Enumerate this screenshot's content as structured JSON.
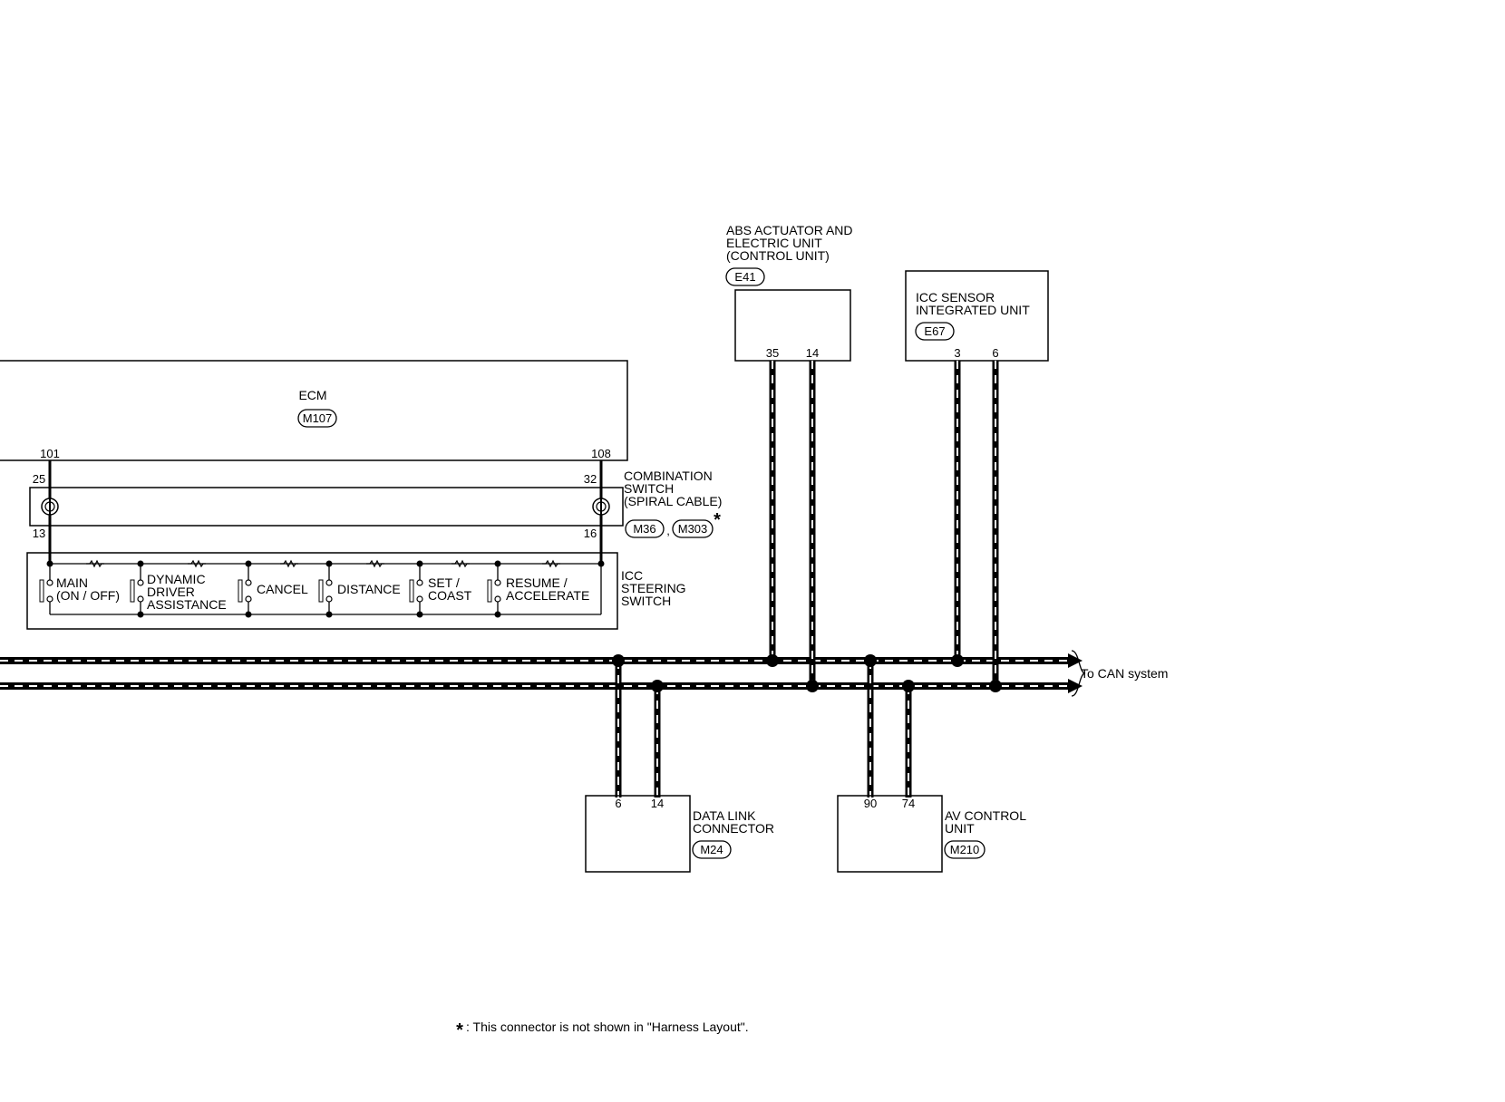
{
  "ecm": {
    "label": "ECM",
    "connector": "M107",
    "pin_left": "101",
    "pin_right": "108"
  },
  "combination_switch": {
    "label": [
      "COMBINATION",
      "SWITCH",
      "(SPIRAL CABLE)"
    ],
    "connector1": "M36",
    "connector_sep": ",",
    "connector2": "M303",
    "asterisk": "*",
    "pin_top_left": "25",
    "pin_top_right": "32",
    "pin_bottom_left": "13",
    "pin_bottom_right": "16"
  },
  "icc_switch": {
    "label": [
      "ICC",
      "STEERING",
      "SWITCH"
    ],
    "switches": [
      {
        "lines": [
          "MAIN",
          "(ON / OFF)"
        ]
      },
      {
        "lines": [
          "DYNAMIC",
          "DRIVER",
          "ASSISTANCE"
        ]
      },
      {
        "lines": [
          "CANCEL"
        ]
      },
      {
        "lines": [
          "DISTANCE"
        ]
      },
      {
        "lines": [
          "SET /",
          "COAST"
        ]
      },
      {
        "lines": [
          "RESUME /",
          "ACCELERATE"
        ]
      }
    ]
  },
  "abs_unit": {
    "label": [
      "ABS ACTUATOR AND",
      "ELECTRIC UNIT",
      "(CONTROL UNIT)"
    ],
    "connector": "E41",
    "pin_h": "35",
    "pin_l": "14"
  },
  "icc_sensor": {
    "label": [
      "ICC SENSOR",
      "INTEGRATED UNIT"
    ],
    "connector": "E67",
    "pin_h": "3",
    "pin_l": "6"
  },
  "data_link": {
    "label": [
      "DATA LINK",
      "CONNECTOR"
    ],
    "connector": "M24",
    "pin_h": "6",
    "pin_l": "14"
  },
  "av_control": {
    "label": [
      "AV CONTROL",
      "UNIT"
    ],
    "connector": "M210",
    "pin_h": "90",
    "pin_l": "74"
  },
  "can_label": "To CAN system",
  "footnote": {
    "asterisk": "*",
    "text": ": This connector is not shown in \"Harness Layout\"."
  }
}
